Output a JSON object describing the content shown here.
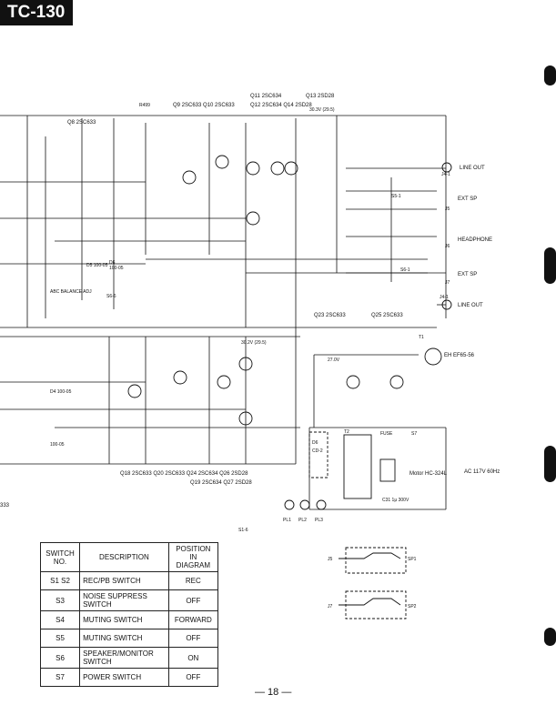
{
  "header": {
    "model": "TC-130"
  },
  "transistors": {
    "top_right_a": "Q11 2SC634",
    "top_right_b": "Q13 2SD28",
    "top_row": "Q9 2SC633   Q10 2SC633",
    "top_row_b": "Q12 2SC634   Q14 2SD28",
    "left": "Q8 2SC633",
    "mid_left": "Q23 2SC633",
    "mid_right": "Q25 2SC633",
    "bottom_row": "Q18 2SC633  Q20 2SC633  Q24 2SC634  Q26 2SD28",
    "bottom_row_b": "Q19 2SC634  Q27 2SD28"
  },
  "connectors": {
    "line_out_top": "LINE OUT",
    "ext_sp_top": "EXT SP",
    "headphone": "HEADPHONE",
    "ext_sp_bottom": "EXT SP",
    "line_out_bottom": "LINE OUT",
    "j4": "J4-1",
    "j5": "J5",
    "j6": "J6",
    "j7": "J7",
    "j4b": "J4-1"
  },
  "misc": {
    "abc_balance": "ABC BALANCE ADJ",
    "lamp": "EH EF65-56",
    "fuse": "FUSE",
    "s7": "S7",
    "motor": "Motor HC-324L",
    "ac": "AC 117V 60Hz",
    "c31": "C31 1μ 300V",
    "pilot_lamps": [
      "PL1",
      "PL2",
      "PL3"
    ],
    "s1": "S1-6",
    "s5": "S5-1",
    "s6": "S6-1",
    "s6b": "S6-6",
    "cd2": "CD-2",
    "d6": "D6",
    "t1": "T1",
    "t2": "T2",
    "d4a": "D4 100-05",
    "d4b": "100-05",
    "d5": "D5 100-05",
    "d6b": "D6",
    "d6c": "100-05",
    "r_right": "R499",
    "v30": "30.3V (29.5)",
    "v30b": "30.2V (29.5)",
    "v27": "27.0V",
    "page_left_num": "333"
  },
  "switch_table": {
    "headers": [
      "SWITCH NO.",
      "DESCRIPTION",
      "POSITION IN DIAGRAM"
    ],
    "rows": [
      {
        "no": "S1 S2",
        "desc": "REC/PB SWITCH",
        "pos": "REC"
      },
      {
        "no": "S3",
        "desc": "NOISE SUPPRESS SWITCH",
        "pos": "OFF"
      },
      {
        "no": "S4",
        "desc": "MUTING SWITCH",
        "pos": "FORWARD"
      },
      {
        "no": "S5",
        "desc": "MUTING SWITCH",
        "pos": "OFF"
      },
      {
        "no": "S6",
        "desc": "SPEAKER/MONITOR SWITCH",
        "pos": "ON"
      },
      {
        "no": "S7",
        "desc": "POWER SWITCH",
        "pos": "OFF"
      }
    ]
  },
  "plugs": {
    "sp1": "SP1",
    "sp2": "SP2",
    "j5": "J5",
    "j7": "J7"
  },
  "footer": {
    "page": "— 18 —"
  }
}
